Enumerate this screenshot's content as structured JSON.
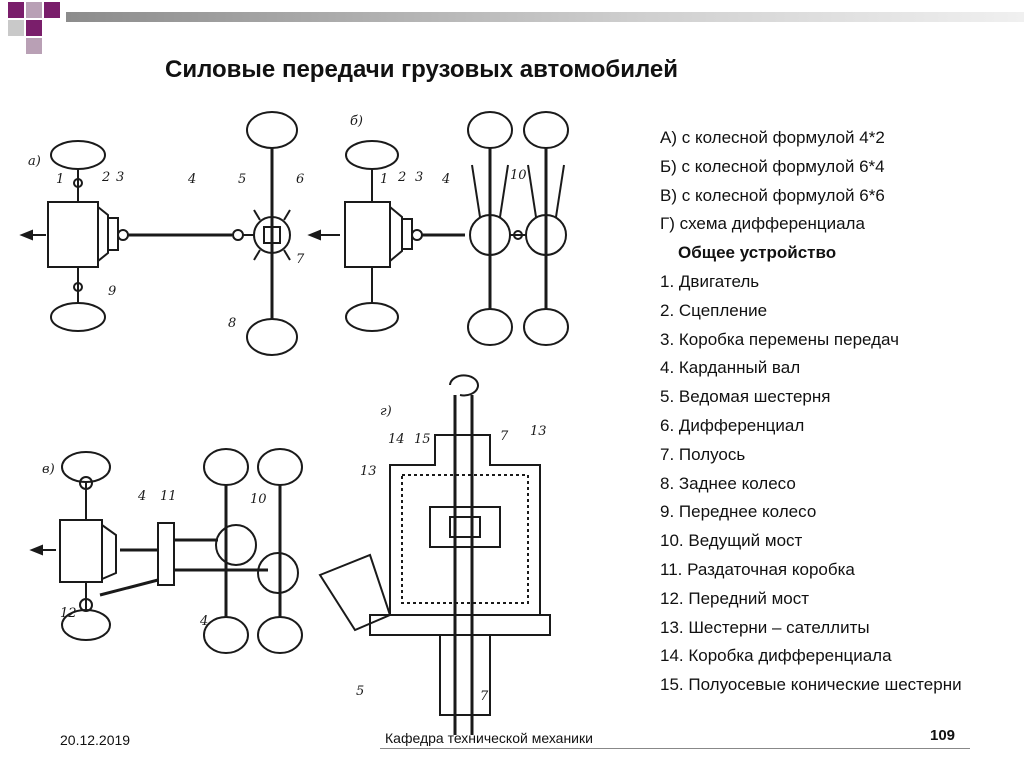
{
  "slide": {
    "title": "Силовые передачи грузовых автомобилей",
    "legend": [
      "А) с колесной формулой 4*2",
      "Б) с колесной формулой 6*4",
      "В) с колесной формулой 6*6",
      "Г) схема дифференциала"
    ],
    "legend_header": "Общее устройство",
    "parts": [
      "1. Двигатель",
      "2. Сцепление",
      "3. Коробка перемены передач",
      "4. Карданный вал",
      "5. Ведомая шестерня",
      "6. Дифференциал",
      "7. Полуось",
      "8. Заднее колесо",
      "9. Переднее колесо",
      "10. Ведущий мост",
      "11. Раздаточная коробка",
      "12. Передний мост",
      "13. Шестерни – сателлиты",
      "14. Коробка дифференциала",
      "15. Полуосевые конические шестерни"
    ]
  },
  "diagram_labels": {
    "a": "а)",
    "b": "б)",
    "v": "в)",
    "g": "г)",
    "n1": "1",
    "n2": "2",
    "n3": "3",
    "n4": "4",
    "n5": "5",
    "n6": "6",
    "n7": "7",
    "n8": "8",
    "n9": "9",
    "n10": "10",
    "n11": "11",
    "n12": "12",
    "n13": "13",
    "n14": "14",
    "n15": "15"
  },
  "footer": {
    "date": "20.12.2019",
    "department": "Кафедра технической механики",
    "page_number": "109"
  },
  "colors": {
    "ink": "#1a1a1a",
    "accent": "#7a1e6b",
    "grey": "#9a9a9a"
  }
}
